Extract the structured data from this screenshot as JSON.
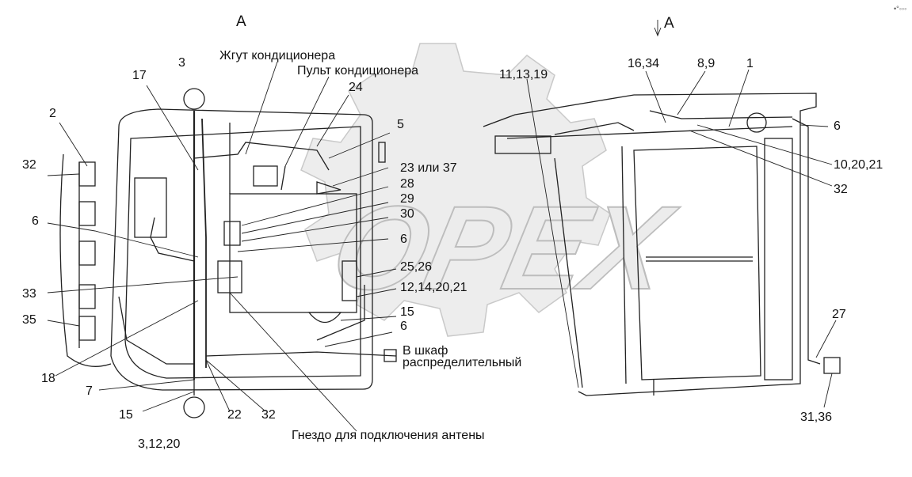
{
  "view_labels": {
    "left": "A",
    "right": "A"
  },
  "annotations": {
    "harness": "Жгут кондиционера",
    "panel": "Пульт кондиционера",
    "cabinet_line1": "В шкаф",
    "cabinet_line2": "распределительный",
    "antenna": "Гнездо для подключения антены"
  },
  "left_callouts": {
    "c3": "3",
    "c17": "17",
    "c24": "24",
    "c2": "2",
    "c32a": "32",
    "c6a": "6",
    "c5": "5",
    "c23_37": "23 или 37",
    "c28": "28",
    "c29": "29",
    "c30": "30",
    "c6b": "6",
    "c25_26": "25,26",
    "c12_14_20_21": "12,14,20,21",
    "c15a": "15",
    "c6c": "6",
    "c33": "33",
    "c35": "35",
    "c18": "18",
    "c7": "7",
    "c15b": "15",
    "c22": "22",
    "c32b": "32",
    "c3_12_20": "3,12,20"
  },
  "right_callouts": {
    "c11_13_19": "11,13,19",
    "c16_34": "16,34",
    "c8_9": "8,9",
    "c1": "1",
    "c6": "6",
    "c10_20_21": "10,20,21",
    "c32": "32",
    "c27": "27",
    "c31_36": "31,36"
  },
  "watermark": "OPEX",
  "corner_mark": "•°◦◦◦",
  "colors": {
    "line": "#222222",
    "watermark_fill": "#e6e6e6",
    "watermark_stroke": "#c8c8c8"
  }
}
